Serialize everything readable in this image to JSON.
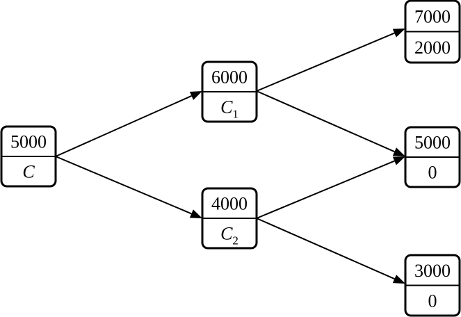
{
  "diagram": {
    "nodes": [
      {
        "id": "root",
        "value": "5000",
        "label": "C",
        "label_sub": ""
      },
      {
        "id": "up",
        "value": "6000",
        "label": "C",
        "label_sub": "1"
      },
      {
        "id": "down",
        "value": "4000",
        "label": "C",
        "label_sub": "2"
      },
      {
        "id": "uu",
        "value": "7000",
        "label": "2000",
        "label_sub": ""
      },
      {
        "id": "ud",
        "value": "5000",
        "label": "0",
        "label_sub": ""
      },
      {
        "id": "dd",
        "value": "3000",
        "label": "0",
        "label_sub": ""
      }
    ],
    "edges": [
      {
        "from": "root",
        "to": "up"
      },
      {
        "from": "root",
        "to": "down"
      },
      {
        "from": "up",
        "to": "uu"
      },
      {
        "from": "up",
        "to": "ud"
      },
      {
        "from": "down",
        "to": "ud"
      },
      {
        "from": "down",
        "to": "dd"
      }
    ]
  }
}
